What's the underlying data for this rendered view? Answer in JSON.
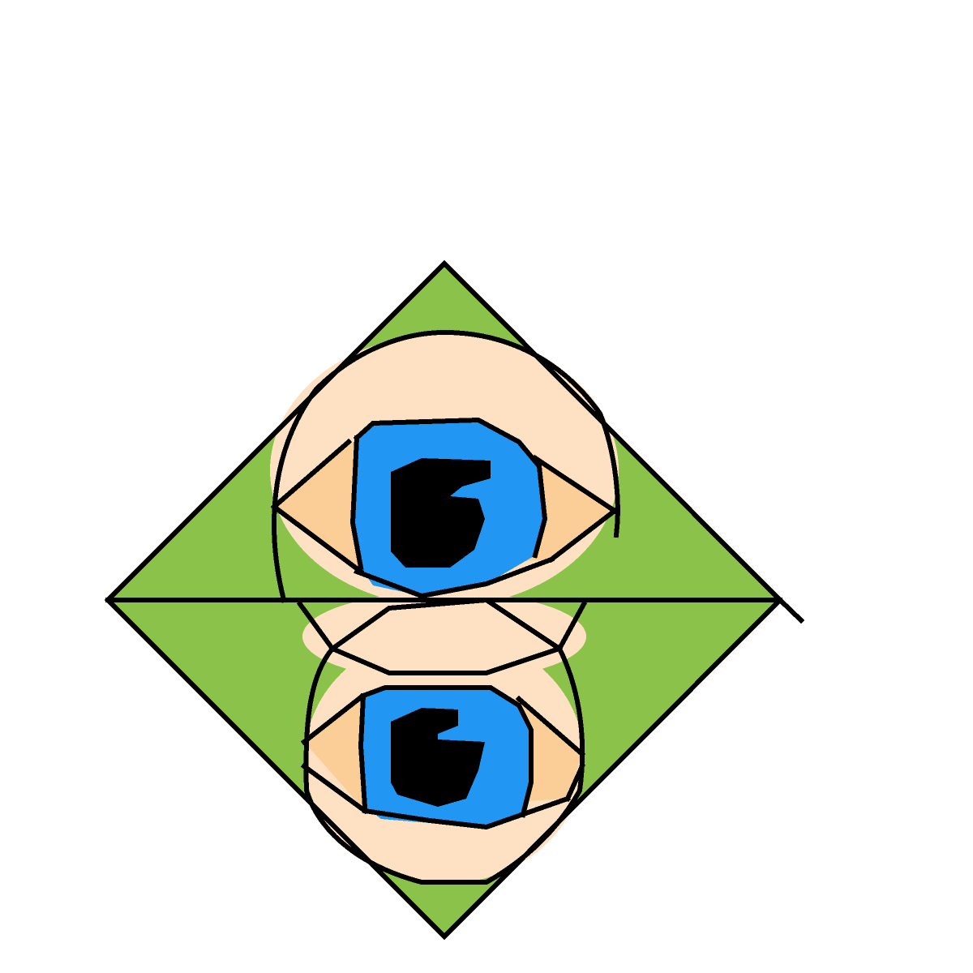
{
  "artwork": {
    "subject": "pixel-art-diamond-with-two-eyes",
    "colors": {
      "background": "#ffffff",
      "diamond": "#8bc34a",
      "skin": "#fde1c2",
      "eye_corner": "#fcce97",
      "iris": "#2196f3",
      "pupil": "#000000",
      "outline": "#000000"
    },
    "eyes": [
      {
        "position": "upper",
        "icon": "eye-icon"
      },
      {
        "position": "lower",
        "icon": "eye-icon"
      }
    ]
  }
}
